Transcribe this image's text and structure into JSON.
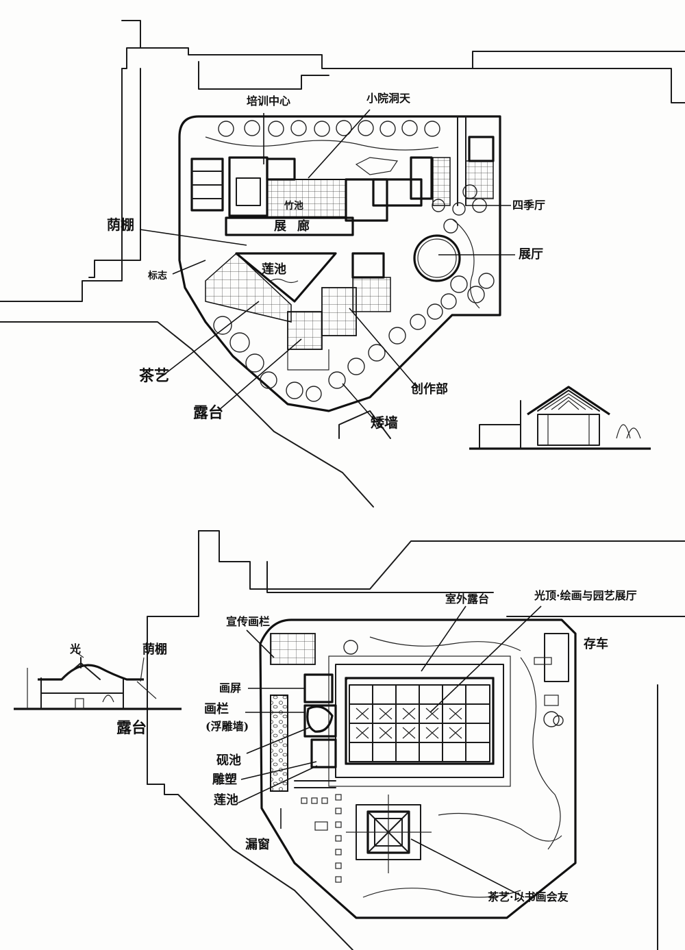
{
  "plan_top": {
    "labels": {
      "training_center": "培训中心",
      "small_courtyard": "小院洞天",
      "four_season_hall": "四季厅",
      "exhibition_hall": "展厅",
      "trellis": "荫棚",
      "landmark": "标志",
      "tea_art": "茶艺",
      "terrace": "露台",
      "low_wall": "矮墙",
      "creation_dept": "创作部",
      "gallery": "展廊",
      "lotus_pond": "莲池",
      "bamboo_pond": "竹池"
    }
  },
  "plan_bottom": {
    "labels": {
      "outdoor_terrace": "室外露台",
      "skylight_gallery": "光顶·绘画与园艺展厅",
      "parking": "存车",
      "promo_column": "宣传画栏",
      "screen": "画屏",
      "railing": "画栏",
      "relief_wall": "(浮雕墙)",
      "ink_pond": "砚池",
      "sculpture": "雕塑",
      "lotus_pond": "莲池",
      "lattice_window": "漏窗",
      "tea_art": "茶艺·以书画会友"
    }
  },
  "section_left": {
    "labels": {
      "light": "光",
      "trellis": "荫棚",
      "terrace": "露台"
    }
  }
}
